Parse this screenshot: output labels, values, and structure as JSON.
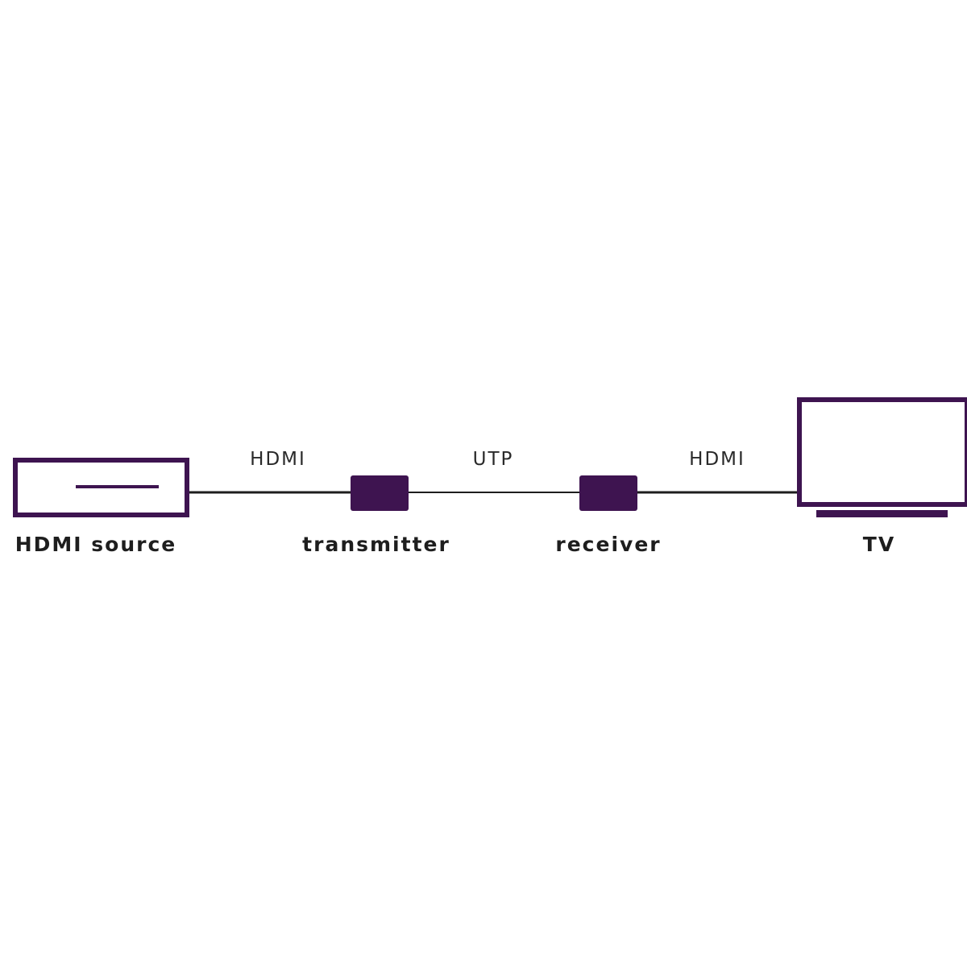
{
  "colors": {
    "device": "#3e1450",
    "cable": "#1e1e1e",
    "label": "#1e1e1e",
    "background": "#ffffff"
  },
  "devices": {
    "source": {
      "label": "HDMI source",
      "icon": "set-top-box-icon"
    },
    "transmitter": {
      "label": "transmitter",
      "icon": "extender-box-icon"
    },
    "receiver": {
      "label": "receiver",
      "icon": "extender-box-icon"
    },
    "tv": {
      "label": "TV",
      "icon": "tv-icon"
    }
  },
  "cables": {
    "source_to_transmitter": {
      "label": "HDMI"
    },
    "transmitter_to_receiver": {
      "label": "UTP"
    },
    "receiver_to_tv": {
      "label": "HDMI"
    }
  }
}
